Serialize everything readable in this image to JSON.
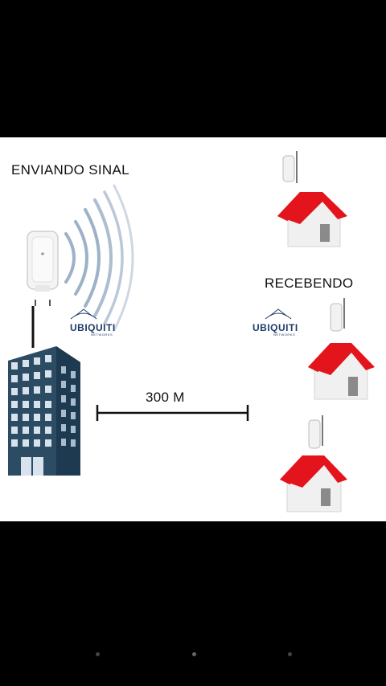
{
  "diagram": {
    "sender_label": "ENVIANDO SINAL",
    "receiver_label": "RECEBENDO",
    "distance_label": "300 M",
    "brand_sender": "UBIQUITI",
    "brand_receiver": "UBIQUITI",
    "brand_tagline": "NETWORKS"
  },
  "colors": {
    "roof": "#e3141c",
    "house_wall": "#f1f1f1",
    "door": "#8a8a8a",
    "building": "#2a4a62",
    "building_windows": "#d9e4ee",
    "signal_waves": "#8fa6bf"
  },
  "icons": [
    "antenna-icon",
    "signal-waves-icon",
    "house-icon",
    "building-icon",
    "ubiquiti-logo-icon"
  ]
}
